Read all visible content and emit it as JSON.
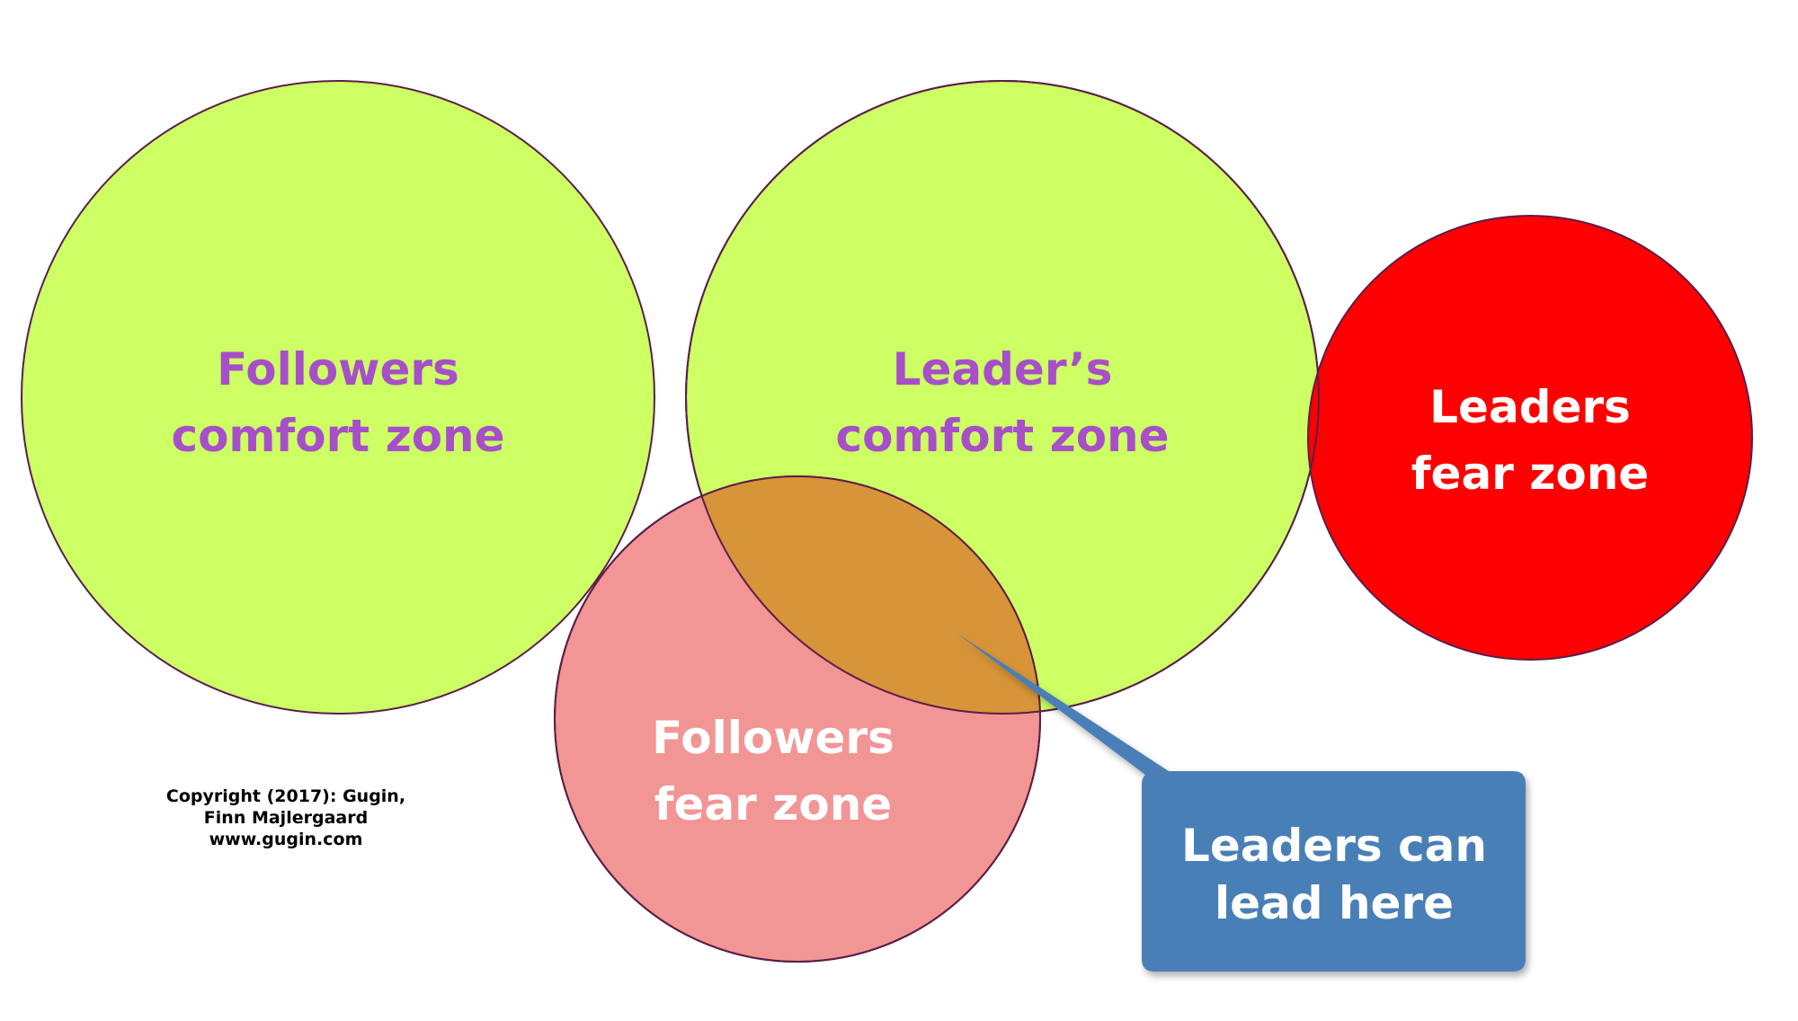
{
  "colors": {
    "comfort_fill": "#cdfe63",
    "leader_fear_fill": "#ff0000",
    "follower_fear_fill": "#f29595",
    "overlap_fill": "#d89438",
    "circle_stroke": "#5a1e4a",
    "comfort_text": "#a64fc9",
    "fear_text": "#ffffff",
    "callout_fill": "#4a7fb7",
    "callout_text": "#ffffff",
    "copyright_text": "#000000"
  },
  "zones": {
    "followers_comfort": {
      "line1": "Followers",
      "line2": "comfort zone"
    },
    "leaders_comfort": {
      "line1": "Leader’s",
      "line2": "comfort zone"
    },
    "leaders_fear": {
      "line1": "Leaders",
      "line2": "fear zone"
    },
    "followers_fear": {
      "line1": "Followers",
      "line2": "fear zone"
    }
  },
  "callout": {
    "line1": "Leaders can",
    "line2": "lead here"
  },
  "copyright": {
    "line1": "Copyright (2017): Gugin,",
    "line2": "Finn Majlergaard",
    "line3": "www.gugin.com"
  }
}
